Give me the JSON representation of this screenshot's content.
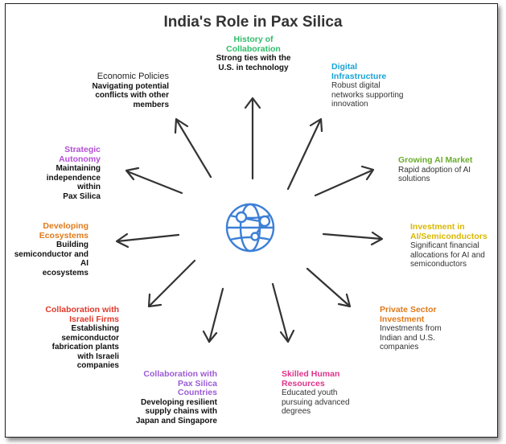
{
  "title": "India's Role in Pax Silica",
  "colors": {
    "green": "#2fbd6a",
    "blue": "#1aa3d6",
    "lime": "#6aac2c",
    "yellow": "#d9b800",
    "orange": "#e07a1b",
    "pink": "#e0338a",
    "violet": "#9b5bd6",
    "red": "#e0392b",
    "purple": "#b44ed6",
    "icon": "#3d7fd6"
  },
  "center_icon": "globe-network-icon",
  "nodes": {
    "history": {
      "title": "History of\nCollaboration",
      "desc": "Strong ties with the\nU.S. in technology"
    },
    "digital": {
      "title": "Digital\nInfrastructure",
      "desc": "Robust digital\nnetworks supporting\ninnovation"
    },
    "ai_market": {
      "title": "Growing AI Market",
      "desc": "Rapid adoption of AI\nsolutions"
    },
    "investment": {
      "title": "Investment in\nAI/Semiconductors",
      "desc": "Significant financial\nallocations for AI and\nsemiconductors"
    },
    "private": {
      "title": "Private Sector\nInvestment",
      "desc": "Investments from\nIndian and U.S.\ncompanies"
    },
    "skilled": {
      "title": "Skilled Human\nResources",
      "desc": "Educated youth\npursuing advanced\ndegrees"
    },
    "collab_pax": {
      "title": "Collaboration with\nPax Silica\nCountries",
      "desc": "Developing resilient\nsupply chains with\nJapan and Singapore"
    },
    "collab_israel": {
      "title": "Collaboration with\nIsraeli Firms",
      "desc": "Establishing\nsemiconductor\nfabrication plants\nwith Israeli\ncompanies"
    },
    "ecosystems": {
      "title": "Developing\nEcosystems",
      "desc": "Building\nsemiconductor and AI\necosystems"
    },
    "autonomy": {
      "title": "Strategic\nAutonomy",
      "desc": "Maintaining\nindependence within\nPax Silica"
    },
    "economic": {
      "title": "Economic Policies",
      "desc": "Navigating potential\nconflicts with other\nmembers"
    }
  }
}
